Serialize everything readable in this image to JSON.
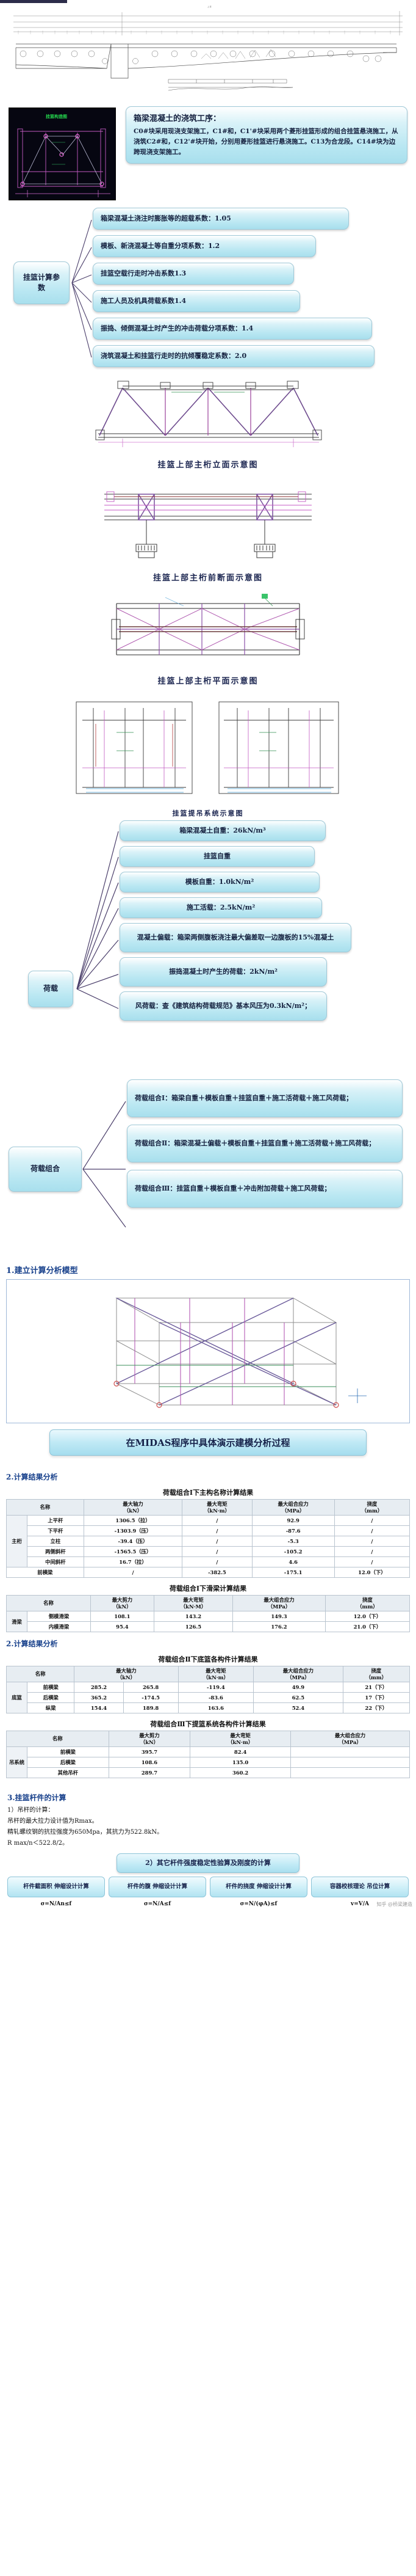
{
  "intro": {
    "title": "箱梁混凝土的浇筑工序：",
    "body": "C0#块采用现浇支架施工，C1#和，C1'#块采用两个菱形挂篮形成的组合挂篮悬浇施工，从浇筑C2#和，C12'#块开始，分别用菱形挂篮进行悬浇施工。C13为合龙段。C14#块为边跨现浇支架施工。"
  },
  "params": {
    "root": "挂篮计算参数",
    "items": [
      "箱梁混凝土浇注时膨胀等的超载系数：1.05",
      "模板、新浇混凝土等自重分项系数：1.2",
      "挂篮空载行走时冲击系数1.3",
      "施工人员及机具荷载系数1.4",
      "振捣、倾倒混凝土时产生的冲击荷载分项系数：1.4",
      "浇筑混凝土和挂篮行走时的抗倾覆稳定系数：2.0"
    ]
  },
  "diagrams": [
    {
      "caption": "挂篮上部主桁立面示意图"
    },
    {
      "caption": "挂篮上部主桁前断面示意图"
    },
    {
      "caption": "挂篮上部主桁平面示意图"
    },
    {
      "caption": "挂篮提吊系统示意图"
    }
  ],
  "loads": {
    "root": "荷载",
    "items": [
      "箱梁混凝土自重：26kN/m³",
      "挂篮自重",
      "模板自重：1.0kN/m²",
      "施工活载：2.5kN/m²",
      "混凝土偏载：箱梁两侧腹板浇注最大偏差取一边腹板的15%混凝土",
      "振捣混凝土时产生的荷载：2kN/m²",
      "风荷载：查《建筑结构荷载规范》基本风压为0.3kN/m²；"
    ]
  },
  "combos": {
    "root": "荷载组合",
    "items": [
      "荷载组合Ⅰ：箱梁自重＋模板自重＋挂篮自重＋施工活荷载＋施工风荷载；",
      "荷载组合Ⅱ：箱梁混凝土偏载＋模板自重＋挂篮自重＋施工活荷载＋施工风荷载；",
      "荷载组合Ⅲ：挂篮自重＋模板自重＋冲击附加荷载＋施工风荷载；"
    ]
  },
  "midas": {
    "section_label": "1.建立计算分析模型",
    "banner": "在MIDAS程序中具体演示建模分析过程"
  },
  "results": {
    "section_label": "2.计算结果分析",
    "tables": [
      {
        "title": "荷载组合Ⅰ下主构名称计算结果",
        "headers": [
          "名称",
          "最大轴力\n（kN）",
          "最大弯矩\n（kN·m）",
          "最大组合应力\n（MPa）",
          "挠度\n（mm）"
        ],
        "group": "主桁",
        "rows": [
          [
            "上平杆",
            "1306.5（拉）",
            "/",
            "92.9",
            "/"
          ],
          [
            "下平杆",
            "-1303.9（压）",
            "/",
            "-87.6",
            "/"
          ],
          [
            "立柱",
            "-39.4（压）",
            "/",
            "-5.3",
            "/"
          ],
          [
            "两侧斜杆",
            "-1565.5（压）",
            "/",
            "-105.2",
            "/"
          ],
          [
            "中间斜杆",
            "16.7（拉）",
            "/",
            "4.6",
            "/"
          ],
          [
            "前横梁",
            "/",
            "-382.5",
            "-175.1",
            "12.0（下）"
          ]
        ]
      },
      {
        "title": "荷载组合Ⅰ下滑梁计算结果",
        "headers": [
          "名称",
          "最大剪力\n（kN）",
          "最大弯矩\n（kN·M）",
          "最大组合应力\n（MPa）",
          "挠度\n（mm）"
        ],
        "group": "滑梁",
        "rows": [
          [
            "侧模滑梁",
            "108.1",
            "143.2",
            "149.3",
            "12.0（下）"
          ],
          [
            "内模滑梁",
            "95.4",
            "126.5",
            "176.2",
            "21.0（下）"
          ]
        ]
      },
      {
        "title": "荷载组合Ⅱ下底篮各构件计算结果",
        "headers": [
          "名称",
          "最大轴力\n（kN）",
          "最大弯矩\n（kN·m）",
          "最大组合应力\n（MPa）",
          "挠度\n（mm）"
        ],
        "group": "底篮",
        "rows": [
          [
            "前横梁",
            "285.2",
            "265.8",
            "-119.4",
            "49.9",
            "21（下）"
          ],
          [
            "后横梁",
            "365.2",
            "-174.5",
            "-83.6",
            "62.5",
            "17（下）"
          ],
          [
            "纵梁",
            "154.4",
            "189.8",
            "163.6",
            "52.4",
            "22（下）"
          ]
        ],
        "row_headers": [
          "前横梁",
          "后横梁",
          "纵梁"
        ],
        "two_value_cols": true
      },
      {
        "title": "荷载组合Ⅲ下提篮系统各构件计算结果",
        "headers": [
          "名称",
          "最大剪力\n（kN）",
          "最大弯矩\n（kN·m）",
          "最大组合应力\n（MPa）"
        ],
        "group": "吊系统",
        "rows": [
          [
            "前横梁",
            "395.7",
            "82.4",
            ""
          ],
          [
            "后横梁",
            "108.6",
            "135.0",
            ""
          ],
          [
            "其他吊杆",
            "289.7",
            "360.2",
            ""
          ]
        ]
      }
    ]
  },
  "bar_calc": {
    "section_label": "3.挂篮杆件的计算",
    "items": [
      "1）吊杆的计算：",
      "吊杆的最大拉力设计值为Rmax。",
      "精轧螺纹钢的抗拉强度为650Mpa，其抗力为522.8kN。",
      "R max/n＜522.8/2。"
    ],
    "sub_banner": "2）其它杆件强度稳定性验算及刚度的计算",
    "boxes": [
      "杆件截面积\n伸缩设计计算",
      "杆件的腹\n伸缩设计计算",
      "杆件的挠度\n伸缩设计计算",
      "容器校核理论\n吊位计算"
    ],
    "formulas": [
      "σ=N/An≤f",
      "σ=N/A≤f",
      "σ=N/(φA)≤f",
      "v=V/A"
    ]
  },
  "watermark": "知乎 @桥梁建造"
}
